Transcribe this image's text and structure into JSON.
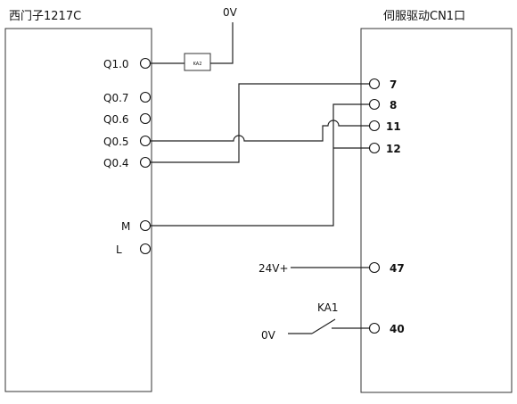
{
  "plc": {
    "title": "西门子1217C",
    "terminals": [
      {
        "id": "q10",
        "label": "Q1.0"
      },
      {
        "id": "q07",
        "label": "Q0.7"
      },
      {
        "id": "q06",
        "label": "Q0.6"
      },
      {
        "id": "q05",
        "label": "Q0.5"
      },
      {
        "id": "q04",
        "label": "Q0.4"
      },
      {
        "id": "m",
        "label": "M"
      },
      {
        "id": "l",
        "label": "L"
      }
    ]
  },
  "servo": {
    "title": "伺服驱动CN1口",
    "pins": [
      {
        "id": "p7",
        "label": "7"
      },
      {
        "id": "p8",
        "label": "8"
      },
      {
        "id": "p11",
        "label": "11"
      },
      {
        "id": "p12",
        "label": "12"
      },
      {
        "id": "p47",
        "label": "47"
      },
      {
        "id": "p40",
        "label": "40"
      }
    ]
  },
  "relay": {
    "coil_label": "KA2",
    "contact_label": "KA1"
  },
  "supply": {
    "top_0v": "0V",
    "v24": "24V+",
    "bottom_0v": "0V"
  }
}
